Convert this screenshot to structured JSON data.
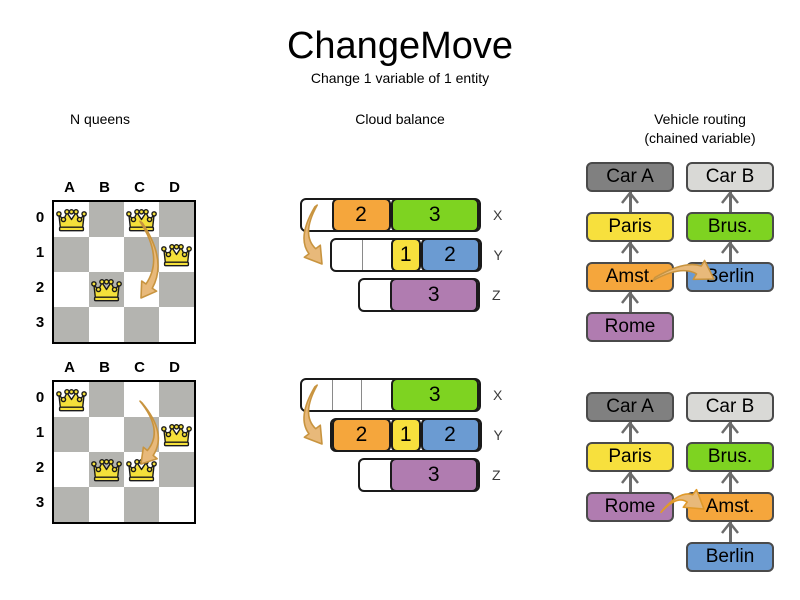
{
  "header": {
    "title": "ChangeMove",
    "subtitle": "Change 1 variable of 1 entity"
  },
  "sections": {
    "queens": {
      "heading": "N queens"
    },
    "cloud": {
      "heading": "Cloud balance"
    },
    "vrp": {
      "heading_line1": "Vehicle routing",
      "heading_line2": "(chained variable)"
    }
  },
  "colors": {
    "orange": "#f5a63c",
    "green": "#7ed321",
    "yellow": "#f7e03d",
    "blue": "#6b9bd2",
    "purple": "#b07cb0",
    "gray_dark": "#808080",
    "gray_light": "#d9d9d6",
    "arrow": "#e8b97a",
    "arrow_stroke": "#c8943f",
    "arrow_strong": "#e09a2a",
    "board_dark": "#b4b4b0",
    "board_light": "#ffffff",
    "queen_fill": "#f5e03a",
    "node_border": "#4a4a4a",
    "link": "#6b6b6b"
  },
  "queens": {
    "columns": [
      "A",
      "B",
      "C",
      "D"
    ],
    "rows": [
      "0",
      "1",
      "2",
      "3"
    ],
    "before": {
      "pieces": [
        {
          "col": "A",
          "row": "0"
        },
        {
          "col": "C",
          "row": "0"
        },
        {
          "col": "D",
          "row": "1"
        },
        {
          "col": "B",
          "row": "2"
        }
      ],
      "move": {
        "from_col": "C",
        "from_row": "0",
        "to_col": "C",
        "to_row": "2"
      }
    },
    "after": {
      "pieces": [
        {
          "col": "A",
          "row": "0"
        },
        {
          "col": "D",
          "row": "1"
        },
        {
          "col": "B",
          "row": "2"
        },
        {
          "col": "C",
          "row": "2"
        }
      ],
      "move": {
        "from_col": "C",
        "from_row": "0",
        "to_col": "C",
        "to_row": "2"
      }
    }
  },
  "cloud": {
    "before": {
      "rows": [
        {
          "label": "X",
          "free_units": 1,
          "processes": [
            {
              "value": "2",
              "units": 2,
              "color": "#f5a63c"
            },
            {
              "value": "3",
              "units": 3,
              "color": "#7ed321"
            }
          ]
        },
        {
          "label": "Y",
          "free_units": 2,
          "processes": [
            {
              "value": "1",
              "units": 1,
              "color": "#f7e03d"
            },
            {
              "value": "2",
              "units": 2,
              "color": "#6b9bd2"
            }
          ]
        },
        {
          "label": "Z",
          "free_units": 1,
          "processes": [
            {
              "value": "3",
              "units": 3,
              "color": "#b07cb0"
            }
          ]
        }
      ],
      "move": {
        "process": "2",
        "from_row": "X",
        "to_row": "Y"
      }
    },
    "after": {
      "rows": [
        {
          "label": "X",
          "free_units": 3,
          "processes": [
            {
              "value": "3",
              "units": 3,
              "color": "#7ed321"
            }
          ]
        },
        {
          "label": "Y",
          "free_units": 0,
          "processes": [
            {
              "value": "2",
              "units": 2,
              "color": "#f5a63c"
            },
            {
              "value": "1",
              "units": 1,
              "color": "#f7e03d"
            },
            {
              "value": "2",
              "units": 2,
              "color": "#6b9bd2"
            }
          ]
        },
        {
          "label": "Z",
          "free_units": 1,
          "processes": [
            {
              "value": "3",
              "units": 3,
              "color": "#b07cb0"
            }
          ]
        }
      ],
      "move": {
        "process": "2",
        "from_row": "X",
        "to_row": "Y"
      }
    }
  },
  "vrp": {
    "before": {
      "chain_a": [
        {
          "label": "Car A",
          "color": "#808080"
        },
        {
          "label": "Paris",
          "color": "#f7e03d"
        },
        {
          "label": "Amst.",
          "color": "#f5a63c"
        },
        {
          "label": "Rome",
          "color": "#b07cb0"
        }
      ],
      "chain_b": [
        {
          "label": "Car B",
          "color": "#d9d9d6"
        },
        {
          "label": "Brus.",
          "color": "#7ed321"
        },
        {
          "label": "Berlin",
          "color": "#6b9bd2"
        }
      ],
      "move": {
        "node": "Amst.",
        "from_chain": "Car A",
        "to_chain": "Car B"
      }
    },
    "after": {
      "chain_a": [
        {
          "label": "Car A",
          "color": "#808080"
        },
        {
          "label": "Paris",
          "color": "#f7e03d"
        },
        {
          "label": "Rome",
          "color": "#b07cb0"
        }
      ],
      "chain_b": [
        {
          "label": "Car B",
          "color": "#d9d9d6"
        },
        {
          "label": "Brus.",
          "color": "#7ed321"
        },
        {
          "label": "Amst.",
          "color": "#f5a63c"
        },
        {
          "label": "Berlin",
          "color": "#6b9bd2"
        }
      ],
      "move": {
        "node": "Amst.",
        "from_chain": "Car A",
        "to_chain": "Car B"
      }
    }
  }
}
